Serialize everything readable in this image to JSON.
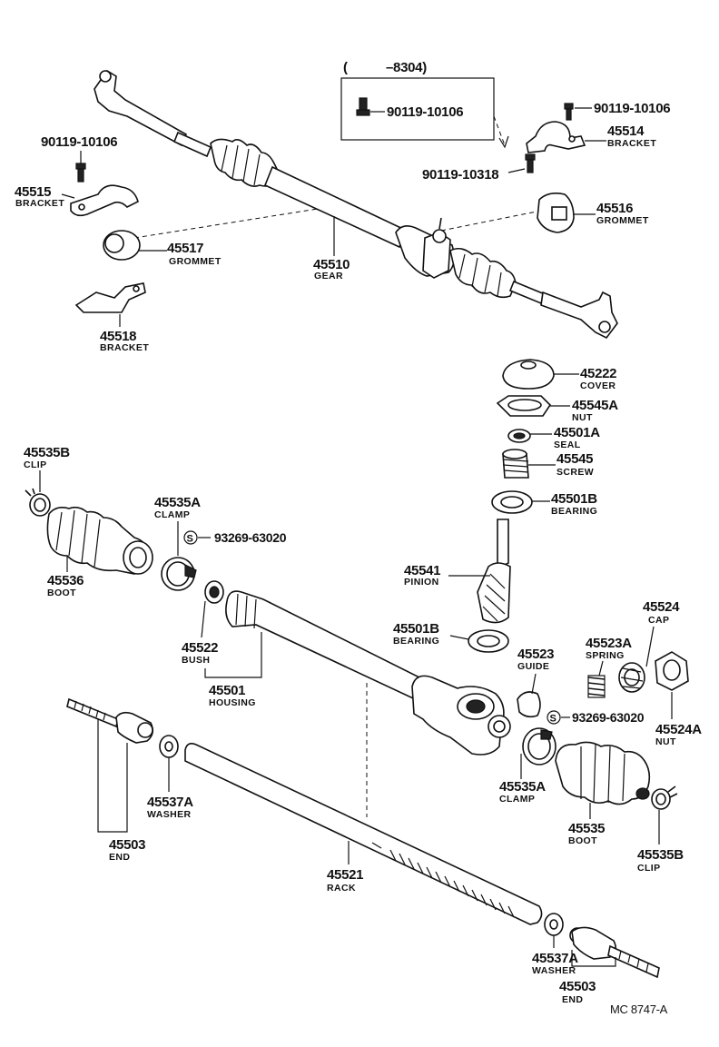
{
  "date_group": {
    "open": "(",
    "code": "–8304)"
  },
  "parts": {
    "p90119_10106_a": {
      "number": "90119-10106"
    },
    "p90119_10106_b": {
      "number": "90119-10106"
    },
    "p90119_10106_c": {
      "number": "90119-10106"
    },
    "p90119_10318": {
      "number": "90119-10318"
    },
    "p45514": {
      "number": "45514",
      "name": "BRACKET"
    },
    "p45515": {
      "number": "45515",
      "name": "BRACKET"
    },
    "p45516": {
      "number": "45516",
      "name": "GROMMET"
    },
    "p45517": {
      "number": "45517",
      "name": "GROMMET"
    },
    "p45510": {
      "number": "45510",
      "name": "GEAR"
    },
    "p45518": {
      "number": "45518",
      "name": "BRACKET"
    },
    "p45222": {
      "number": "45222",
      "name": "COVER"
    },
    "p45545A": {
      "number": "45545A",
      "name": "NUT"
    },
    "p45501A": {
      "number": "45501A",
      "name": "SEAL"
    },
    "p45545": {
      "number": "45545",
      "name": "SCREW"
    },
    "p45501B_a": {
      "number": "45501B",
      "name": "BEARING"
    },
    "p45541": {
      "number": "45541",
      "name": "PINION"
    },
    "p45501B_b": {
      "number": "45501B",
      "name": "BEARING"
    },
    "p45535B_a": {
      "number": "45535B",
      "name": "CLIP"
    },
    "p45535A_a": {
      "number": "45535A",
      "name": "CLAMP"
    },
    "p93269_a": {
      "mark": "S",
      "number": "93269-63020"
    },
    "p45536": {
      "number": "45536",
      "name": "BOOT"
    },
    "p45522": {
      "number": "45522",
      "name": "BUSH"
    },
    "p45501": {
      "number": "45501",
      "name": "HOUSING"
    },
    "p45524": {
      "number": "45524",
      "name": "CAP"
    },
    "p45523A": {
      "number": "45523A",
      "name": "SPRING"
    },
    "p45523": {
      "number": "45523",
      "name": "GUIDE"
    },
    "p93269_b": {
      "mark": "S",
      "number": "93269-63020"
    },
    "p45524A": {
      "number": "45524A",
      "name": "NUT"
    },
    "p45537A_a": {
      "number": "45537A",
      "name": "WASHER"
    },
    "p45503_a": {
      "number": "45503",
      "name": "END"
    },
    "p45535A_b": {
      "number": "45535A",
      "name": "CLAMP"
    },
    "p45535": {
      "number": "45535",
      "name": "BOOT"
    },
    "p45535B_b": {
      "number": "45535B",
      "name": "CLIP"
    },
    "p45521": {
      "number": "45521",
      "name": "RACK"
    },
    "p45537A_b": {
      "number": "45537A",
      "name": "WASHER"
    },
    "p45503_b": {
      "number": "45503",
      "name": "END"
    }
  },
  "footer": {
    "code": "MC  8747-A"
  }
}
